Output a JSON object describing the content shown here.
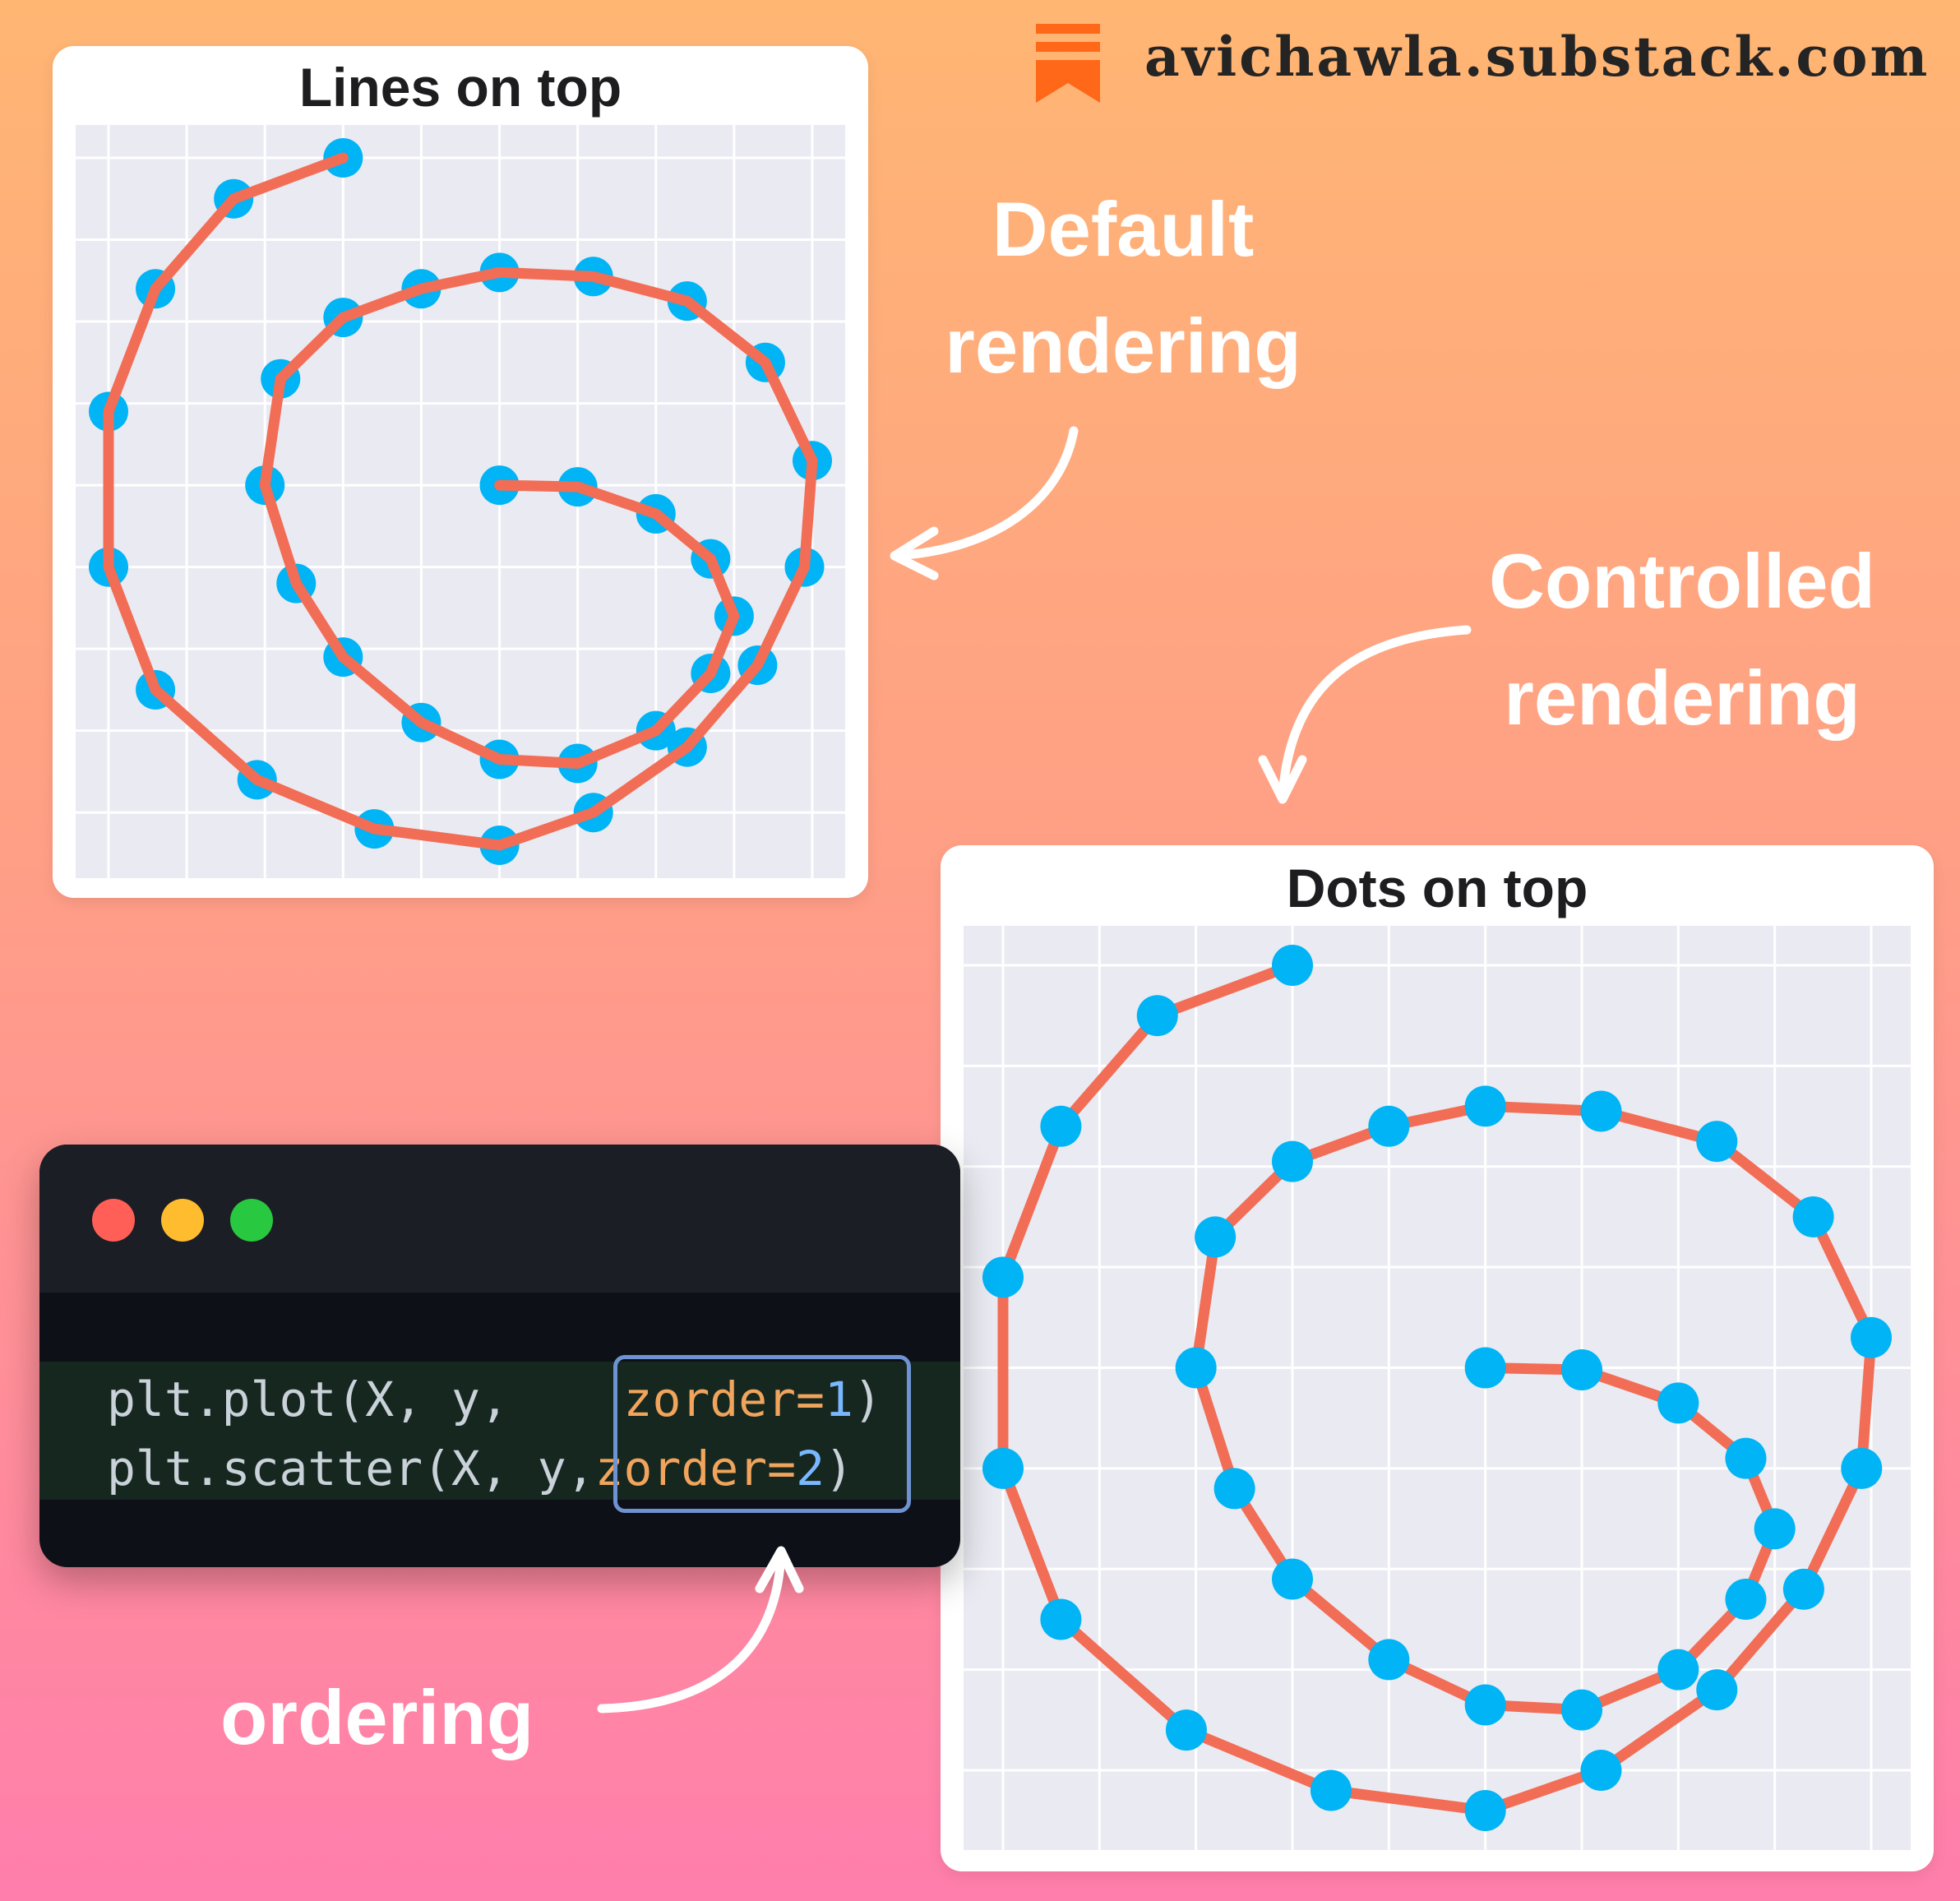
{
  "brand": {
    "text": "avichawla.substack.com",
    "color": "#ff6719",
    "icon": "substack-bookmark-icon"
  },
  "colors": {
    "line": "#f26d55",
    "dot": "#00b4f5",
    "grid_bg": "#eaeaf2",
    "grid_line": "#ffffff"
  },
  "labels": {
    "default_line1": "Default",
    "default_line2": "rendering",
    "controlled_line1": "Controlled",
    "controlled_line2": "rendering",
    "ordering": "ordering"
  },
  "code": {
    "window_dots": [
      "#ff5f57",
      "#febc2e",
      "#28c840"
    ],
    "line1_prefix": "plt.plot(X, y,    ",
    "line1_kw": "zorder=",
    "line1_num": "1",
    "line1_suffix": ")",
    "line2_prefix": "plt.scatter(X, y,",
    "line2_kw": "zorder=",
    "line2_num": "2",
    "line2_suffix": ")"
  },
  "chart_data": [
    {
      "type": "line",
      "title": "Lines on top",
      "lines_zorder": 2,
      "dots_zorder": 1,
      "grid": true,
      "x": [
        0,
        1,
        2,
        2.7,
        3,
        2.7,
        2,
        1,
        0,
        -1,
        -2,
        -2.6,
        -3,
        -2.8,
        -2,
        -1,
        0,
        1.2,
        2.4,
        3.4,
        4,
        3.9,
        3.3,
        2.4,
        1.2,
        0,
        -1.6,
        -3.1,
        -4.4,
        -5,
        -5,
        -4.4,
        -3.4,
        -2
      ],
      "y": [
        0,
        -0.02,
        -0.35,
        -0.9,
        -1.6,
        -2.3,
        -3,
        -3.4,
        -3.35,
        -2.9,
        -2.1,
        -1.2,
        0,
        1.3,
        2.05,
        2.4,
        2.6,
        2.55,
        2.25,
        1.5,
        0.3,
        -1,
        -2.2,
        -3.2,
        -4,
        -4.4,
        -4.2,
        -3.6,
        -2.5,
        -1,
        0.9,
        2.4,
        3.5,
        4
      ]
    },
    {
      "type": "line",
      "title": "Dots on top",
      "lines_zorder": 1,
      "dots_zorder": 2,
      "grid": true,
      "x": [
        0,
        1,
        2,
        2.7,
        3,
        2.7,
        2,
        1,
        0,
        -1,
        -2,
        -2.6,
        -3,
        -2.8,
        -2,
        -1,
        0,
        1.2,
        2.4,
        3.4,
        4,
        3.9,
        3.3,
        2.4,
        1.2,
        0,
        -1.6,
        -3.1,
        -4.4,
        -5,
        -5,
        -4.4,
        -3.4,
        -2
      ],
      "y": [
        0,
        -0.02,
        -0.35,
        -0.9,
        -1.6,
        -2.3,
        -3,
        -3.4,
        -3.35,
        -2.9,
        -2.1,
        -1.2,
        0,
        1.3,
        2.05,
        2.4,
        2.6,
        2.55,
        2.25,
        1.5,
        0.3,
        -1,
        -2.2,
        -3.2,
        -4,
        -4.4,
        -4.2,
        -3.6,
        -2.5,
        -1,
        0.9,
        2.4,
        3.5,
        4
      ]
    }
  ]
}
